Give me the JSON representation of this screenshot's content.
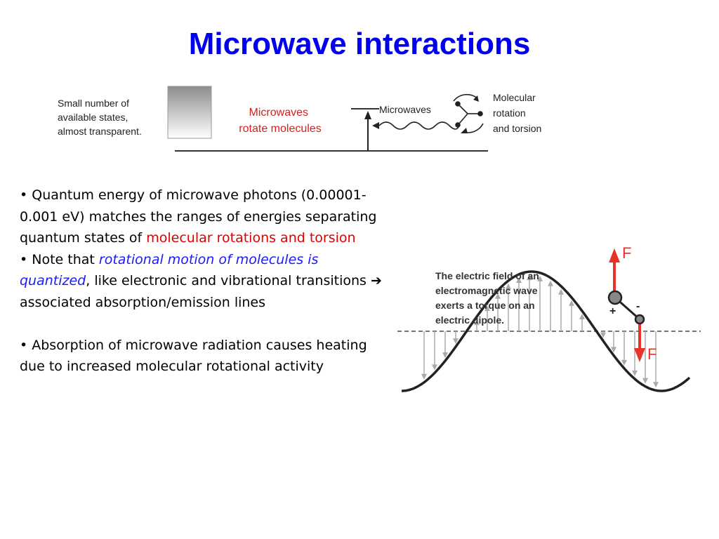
{
  "title": "Microwave interactions",
  "top_diagram": {
    "left_note": [
      "Small number of",
      "available states,",
      "almost transparent."
    ],
    "center_label": [
      "Microwaves",
      "rotate molecules"
    ],
    "wave_label": "Microwaves",
    "right_label": [
      "Molecular",
      "rotation",
      "and torsion"
    ]
  },
  "bullets": {
    "b1_prefix": "• Quantum energy of microwave photons (0.00001-0.001 eV) matches the ranges of energies separating quantum states of ",
    "b1_highlight": "molecular rotations and torsion",
    "b2_prefix": "• Note that ",
    "b2_highlight": "rotational motion of molecules is quantized",
    "b2_suffix": ", like electronic and vibrational transitions ",
    "b2_arrow": "➔",
    "b2_tail": " associated absorption/emission lines",
    "b3": "• Absorption of microwave radiation causes heating due to increased molecular rotational activity"
  },
  "wave_diagram": {
    "caption": [
      "The electric field of an",
      "electromagnetic wave",
      "exerts a torque on an",
      "electric dipole."
    ],
    "force_top": "F",
    "force_bottom": "F",
    "plus": "+",
    "minus": "-"
  },
  "colors": {
    "title": "#0000ee",
    "highlight_red": "#e00000",
    "highlight_blue": "#1a1aff",
    "force_arrow": "#e8332a"
  }
}
